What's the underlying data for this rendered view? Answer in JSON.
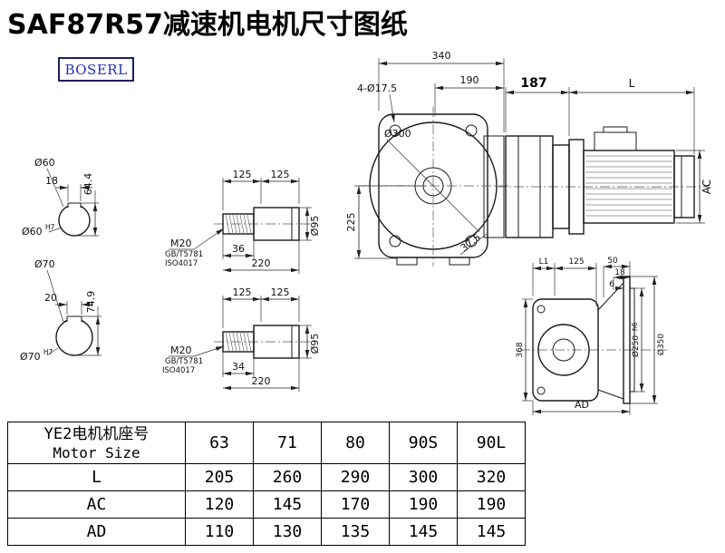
{
  "header": {
    "title": "SAF87R57减速机电机尺寸图纸",
    "brand": "BOSERL"
  },
  "drawing": {
    "front_view": {
      "overall_width": "340",
      "flange_width": "190",
      "bolt_holes": "4-Ø17.5",
      "flange_dia": "Ø300",
      "center_height": "225",
      "corner": "37.5"
    },
    "side_view": {
      "gear_length": "187",
      "motor_length": "L",
      "motor_height": "AC"
    },
    "bore60": {
      "dia": "Ø60",
      "key_width": "18",
      "key_depth": "64.4",
      "fit_dia": "Ø60",
      "fit_tol": "H7"
    },
    "bore70": {
      "dia": "Ø70",
      "key_width": "20",
      "key_depth": "74.9",
      "fit_dia": "Ø70",
      "fit_tol": "H7"
    },
    "shaft_top": {
      "len1": "125",
      "len2": "125",
      "thread": "M20",
      "std1": "GB/T5781",
      "std2": "ISO4017",
      "thread_len": "36",
      "total_len": "220",
      "dia": "Ø95"
    },
    "shaft_bottom": {
      "len1": "125",
      "len2": "125",
      "thread": "M20",
      "std1": "GB/T5781",
      "std2": "ISO4017",
      "thread_len": "34",
      "total_len": "220",
      "dia": "Ø95"
    },
    "rear_view": {
      "l1": "L1",
      "len125": "125",
      "d50": "50",
      "d18": "18",
      "d6": "6",
      "height": "368",
      "spigot_dia": "Ø250",
      "spigot_tol": "h6",
      "flange_dia": "Ø350",
      "ad": "AD"
    }
  },
  "table": {
    "header_cn": "YE2电机机座号",
    "header_en": "Motor Size",
    "sizes": [
      "63",
      "71",
      "80",
      "90S",
      "90L"
    ],
    "rows": [
      {
        "label": "L",
        "values": [
          "205",
          "260",
          "290",
          "300",
          "320"
        ]
      },
      {
        "label": "AC",
        "values": [
          "120",
          "145",
          "170",
          "190",
          "190"
        ]
      },
      {
        "label": "AD",
        "values": [
          "110",
          "130",
          "135",
          "145",
          "145"
        ]
      }
    ]
  }
}
